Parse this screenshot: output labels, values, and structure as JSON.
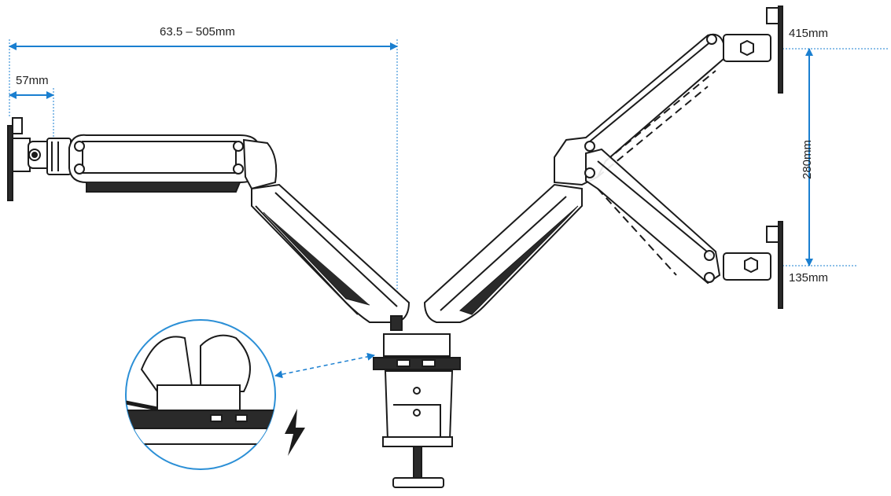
{
  "dimensions": {
    "reach": "63.5 – 505mm",
    "wall_offset": "57mm",
    "top_height": "415mm",
    "vertical_travel": "280mm",
    "bottom_height": "135mm"
  },
  "colors": {
    "dimension_line": "#1a7fd0",
    "outline": "#1b1b1b",
    "panel_fill": "#ffffff",
    "shadow_fill": "#2a2a2a",
    "detail_circle": "#2b8fd6"
  },
  "icons": {
    "power": "lightning-bolt-icon",
    "dimension_arrow": "double-arrow-icon"
  }
}
